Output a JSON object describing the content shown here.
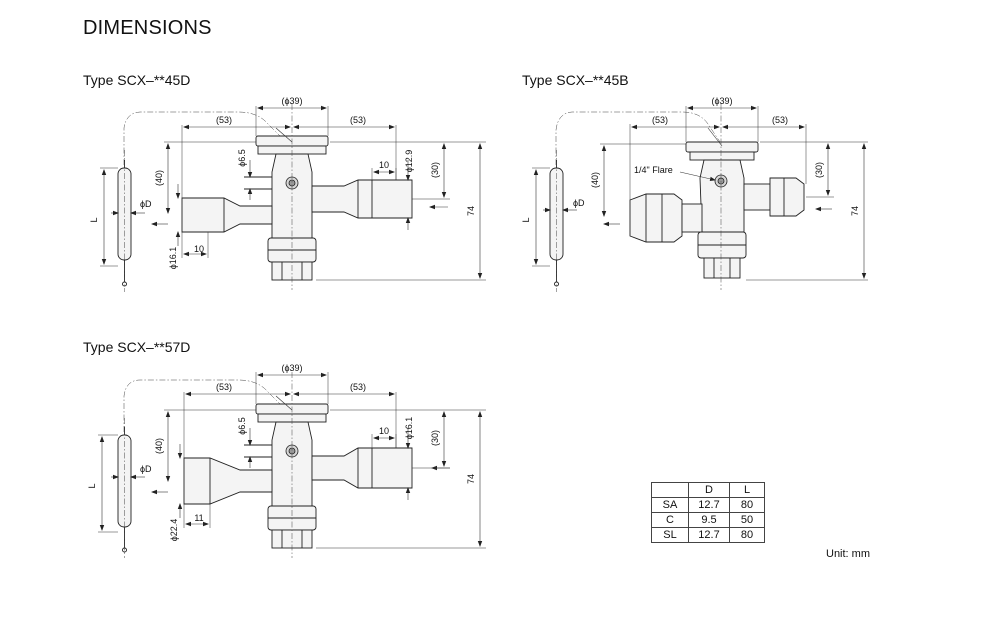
{
  "page_title": "DIMENSIONS",
  "types": {
    "scx45d": {
      "title": "Type SCX–**45D",
      "labels": {
        "phi39": "(ϕ39)",
        "d53_left": "(53)",
        "d53_right": "(53)",
        "d10_top": "10",
        "d30": "(30)",
        "d40": "(40)",
        "d74": "74",
        "phi6_5": "ϕ6.5",
        "phi12_9": "ϕ12.9",
        "phi16_1": "ϕ16.1",
        "d10_bottom": "10",
        "phiD": "ϕD",
        "L": "L"
      }
    },
    "scx45b": {
      "title": "Type SCX–**45B",
      "labels": {
        "phi39": "(ϕ39)",
        "d53_left": "(53)",
        "d53_right": "(53)",
        "d30": "(30)",
        "d40": "(40)",
        "d74": "74",
        "flare": "1/4\" Flare",
        "phiD": "ϕD",
        "L": "L"
      }
    },
    "scx57d": {
      "title": "Type SCX–**57D",
      "labels": {
        "phi39": "(ϕ39)",
        "d53_left": "(53)",
        "d53_right": "(53)",
        "d10_top": "10",
        "d30": "(30)",
        "d40": "(40)",
        "d74": "74",
        "phi6_5": "ϕ6.5",
        "phi16_1": "ϕ16.1",
        "phi22_4": "ϕ22.4",
        "d11": "11",
        "phiD": "ϕD",
        "L": "L"
      }
    }
  },
  "table": {
    "headers": [
      "",
      "D",
      "L"
    ],
    "rows": [
      [
        "SA",
        "12.7",
        "80"
      ],
      [
        "C",
        "9.5",
        "50"
      ],
      [
        "SL",
        "12.7",
        "80"
      ]
    ]
  },
  "unit_note": "Unit: mm"
}
